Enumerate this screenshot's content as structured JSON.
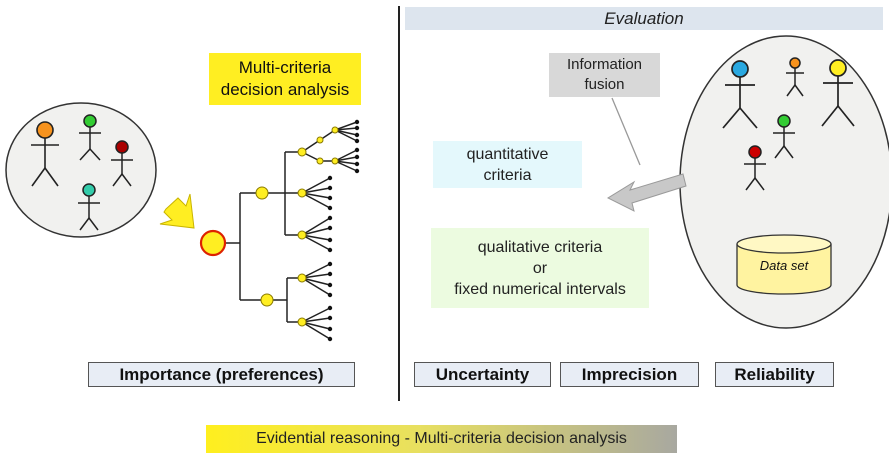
{
  "header": {
    "evaluation": "Evaluation"
  },
  "left": {
    "mcda_label": "Multi-criteria\ndecision analysis",
    "importance_label": "Importance (preferences)"
  },
  "right": {
    "information_fusion": "Information\nfusion",
    "quantitative": "quantitative\ncriteria",
    "qualitative": "qualitative criteria\nor\nfixed numerical intervals",
    "data_set": "Data set",
    "uncertainty": "Uncertainty",
    "imprecision": "Imprecision",
    "reliability": "Reliability"
  },
  "footer": {
    "title": "Evidential reasoning - Multi-criteria decision analysis"
  },
  "colors": {
    "yellow": "#ffee22",
    "orange": "#f7931e",
    "green": "#33cc33",
    "red": "#cc0000",
    "teal": "#33ccaa",
    "blue": "#29a8e0",
    "arrow_grey": "#c8c8c8"
  }
}
